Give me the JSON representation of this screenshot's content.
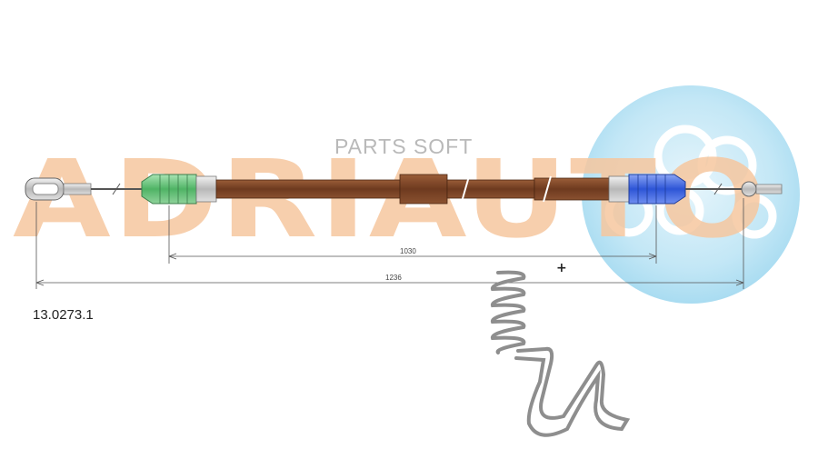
{
  "watermark": {
    "brand": "ADRIAUTO",
    "text": "PARTS SOFT"
  },
  "dimensions": {
    "inner_length": "1030",
    "overall_length": "1236"
  },
  "part_number": "13.0273.1",
  "spring_sign": "+",
  "colors": {
    "cable_sheath": "#7a4426",
    "left_fitting": "#5fbf7a",
    "right_fitting": "#3a62d9",
    "logo_circle": "#c9eaf7",
    "watermark_brand": "#f6c79f",
    "dimension_line": "#555555"
  }
}
